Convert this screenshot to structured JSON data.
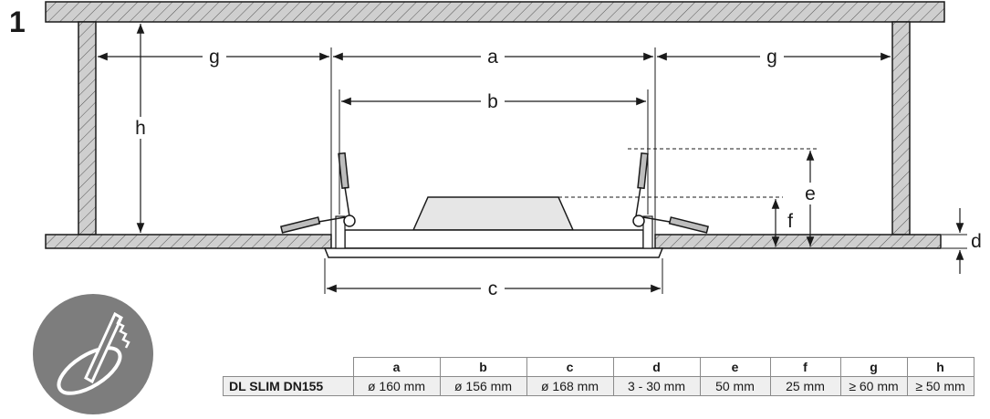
{
  "figure_number": "1",
  "dimension_labels": {
    "a": "a",
    "b": "b",
    "c": "c",
    "d": "d",
    "e": "e",
    "f": "f",
    "g_left": "g",
    "g_right": "g",
    "h": "h"
  },
  "spec_table": {
    "headers": [
      "a",
      "b",
      "c",
      "d",
      "e",
      "f",
      "g",
      "h"
    ],
    "rows": [
      {
        "model": "DL SLIM DN155",
        "values": [
          "ø 160 mm",
          "ø 156 mm",
          "ø 168 mm",
          "3 - 30 mm",
          "50 mm",
          "25 mm",
          "≥ 60 mm",
          "≥ 50 mm"
        ]
      }
    ]
  },
  "icon": "ceiling-cutout-saw-icon",
  "colors": {
    "hatch_fill": "#cfcfcf",
    "line": "#1a1a1a",
    "icon_bg": "#7d7d7d",
    "table_fill": "#efefef"
  }
}
